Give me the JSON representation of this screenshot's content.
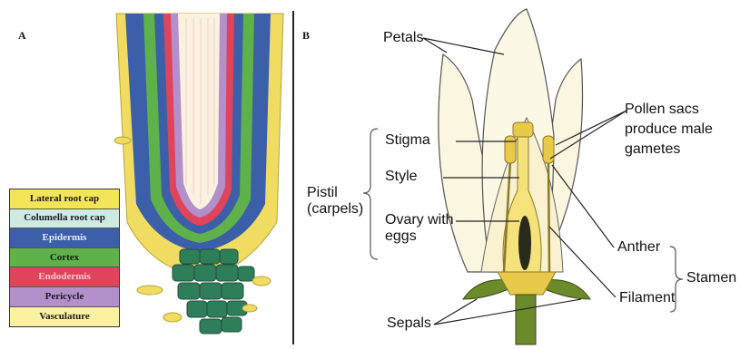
{
  "panel_a": {
    "letter": "A",
    "legend": [
      {
        "label": "Lateral root cap",
        "color": "#f3e45a",
        "text_color": "#1a1a1a"
      },
      {
        "label": "Columella root cap",
        "color": "#cfe9e3",
        "text_color": "#1a1a1a"
      },
      {
        "label": "Epidermis",
        "color": "#3b5fa8",
        "text_color": "#e7edf8"
      },
      {
        "label": "Cortex",
        "color": "#5fb24a",
        "text_color": "#1a1a1a"
      },
      {
        "label": "Endodermis",
        "color": "#e0445a",
        "text_color": "#f7c9cf"
      },
      {
        "label": "Pericycle",
        "color": "#b38fcc",
        "text_color": "#1a1a1a"
      },
      {
        "label": "Vasculature",
        "color": "#fbf1a0",
        "text_color": "#1a1a1a"
      }
    ]
  },
  "panel_b": {
    "letter": "B",
    "labels": {
      "petals": "Petals",
      "stigma": "Stigma",
      "style": "Style",
      "ovary": "Ovary with eggs",
      "pistil": "Pistil (carpels)",
      "pollen_sacs": "Pollen sacs produce male gametes",
      "anther": "Anther",
      "filament": "Filament",
      "stamen": "Stamen",
      "sepals": "Sepals"
    }
  }
}
